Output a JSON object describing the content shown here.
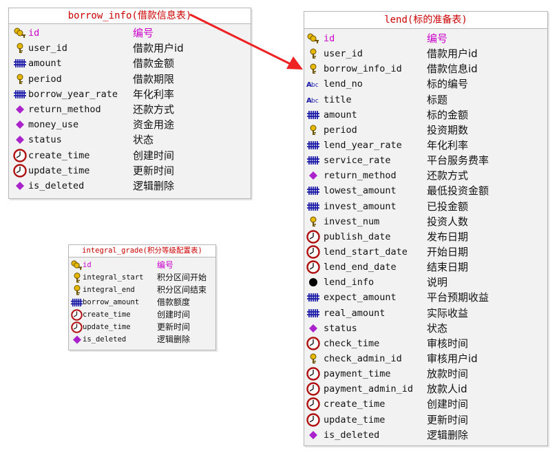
{
  "tables": {
    "borrow_info": {
      "title": "borrow_info(借款信息表)",
      "rows": [
        {
          "name": "id",
          "comment": "编号",
          "icon": "key-icon"
        },
        {
          "name": "user_id",
          "comment": "借款用户id",
          "icon": "fk-key-icon"
        },
        {
          "name": "amount",
          "comment": "借款金额",
          "icon": "numeric-icon"
        },
        {
          "name": "period",
          "comment": "借款期限",
          "icon": "fk-key-icon"
        },
        {
          "name": "borrow_year_rate",
          "comment": "年化利率",
          "icon": "numeric-icon"
        },
        {
          "name": "return_method",
          "comment": "还款方式",
          "icon": "diamond-icon"
        },
        {
          "name": "money_use",
          "comment": "资金用途",
          "icon": "diamond-icon"
        },
        {
          "name": "status",
          "comment": "状态",
          "icon": "diamond-icon"
        },
        {
          "name": "create_time",
          "comment": "创建时间",
          "icon": "clock-icon"
        },
        {
          "name": "update_time",
          "comment": "更新时间",
          "icon": "clock-icon"
        },
        {
          "name": "is_deleted",
          "comment": "逻辑删除",
          "icon": "diamond-icon"
        }
      ]
    },
    "lend": {
      "title": "lend(标的准备表)",
      "rows": [
        {
          "name": "id",
          "comment": "编号",
          "icon": "key-icon"
        },
        {
          "name": "user_id",
          "comment": "借款用户id",
          "icon": "fk-key-icon"
        },
        {
          "name": "borrow_info_id",
          "comment": "借款信息id",
          "icon": "fk-key-icon"
        },
        {
          "name": "lend_no",
          "comment": "标的编号",
          "icon": "text-icon"
        },
        {
          "name": "title",
          "comment": "标题",
          "icon": "text-icon"
        },
        {
          "name": "amount",
          "comment": "标的金额",
          "icon": "numeric-icon"
        },
        {
          "name": "period",
          "comment": "投资期数",
          "icon": "fk-key-icon"
        },
        {
          "name": "lend_year_rate",
          "comment": "年化利率",
          "icon": "numeric-icon"
        },
        {
          "name": "service_rate",
          "comment": "平台服务费率",
          "icon": "numeric-icon"
        },
        {
          "name": "return_method",
          "comment": "还款方式",
          "icon": "diamond-icon"
        },
        {
          "name": "lowest_amount",
          "comment": "最低投资金额",
          "icon": "numeric-icon"
        },
        {
          "name": "invest_amount",
          "comment": "已投金额",
          "icon": "numeric-icon"
        },
        {
          "name": "invest_num",
          "comment": "投资人数",
          "icon": "fk-key-icon"
        },
        {
          "name": "publish_date",
          "comment": "发布日期",
          "icon": "clock-icon"
        },
        {
          "name": "lend_start_date",
          "comment": "开始日期",
          "icon": "clock-icon"
        },
        {
          "name": "lend_end_date",
          "comment": "结束日期",
          "icon": "clock-icon"
        },
        {
          "name": "lend_info",
          "comment": "说明",
          "icon": "dot-icon"
        },
        {
          "name": "expect_amount",
          "comment": "平台预期收益",
          "icon": "numeric-icon"
        },
        {
          "name": "real_amount",
          "comment": "实际收益",
          "icon": "numeric-icon"
        },
        {
          "name": "status",
          "comment": "状态",
          "icon": "diamond-icon"
        },
        {
          "name": "check_time",
          "comment": "审核时间",
          "icon": "clock-icon"
        },
        {
          "name": "check_admin_id",
          "comment": "审核用户id",
          "icon": "fk-key-icon"
        },
        {
          "name": "payment_time",
          "comment": "放款时间",
          "icon": "clock-icon"
        },
        {
          "name": "payment_admin_id",
          "comment": "放款人id",
          "icon": "clock-icon"
        },
        {
          "name": "create_time",
          "comment": "创建时间",
          "icon": "clock-icon"
        },
        {
          "name": "update_time",
          "comment": "更新时间",
          "icon": "clock-icon"
        },
        {
          "name": "is_deleted",
          "comment": "逻辑删除",
          "icon": "diamond-icon"
        }
      ]
    },
    "integral_grade": {
      "title": "integral_grade(积分等级配置表)",
      "rows": [
        {
          "name": "id",
          "comment": "编号",
          "icon": "key-icon"
        },
        {
          "name": "integral_start",
          "comment": "积分区间开始",
          "icon": "fk-key-icon"
        },
        {
          "name": "integral_end",
          "comment": "积分区间结束",
          "icon": "fk-key-icon"
        },
        {
          "name": "borrow_amount",
          "comment": "借款额度",
          "icon": "numeric-icon"
        },
        {
          "name": "create_time",
          "comment": "创建时间",
          "icon": "clock-icon"
        },
        {
          "name": "update_time",
          "comment": "更新时间",
          "icon": "clock-icon"
        },
        {
          "name": "is_deleted",
          "comment": "逻辑删除",
          "icon": "diamond-icon"
        }
      ]
    }
  },
  "relation": {
    "from": "borrow_info",
    "to": "lend",
    "color": "#ee2222"
  },
  "colors": {
    "title": "#cc0000",
    "primary_key": "#cc00cc",
    "numeric": "#1a1aa8",
    "diamond": "#aa22cc",
    "clock": "#b01010",
    "key": "#e6b800"
  }
}
